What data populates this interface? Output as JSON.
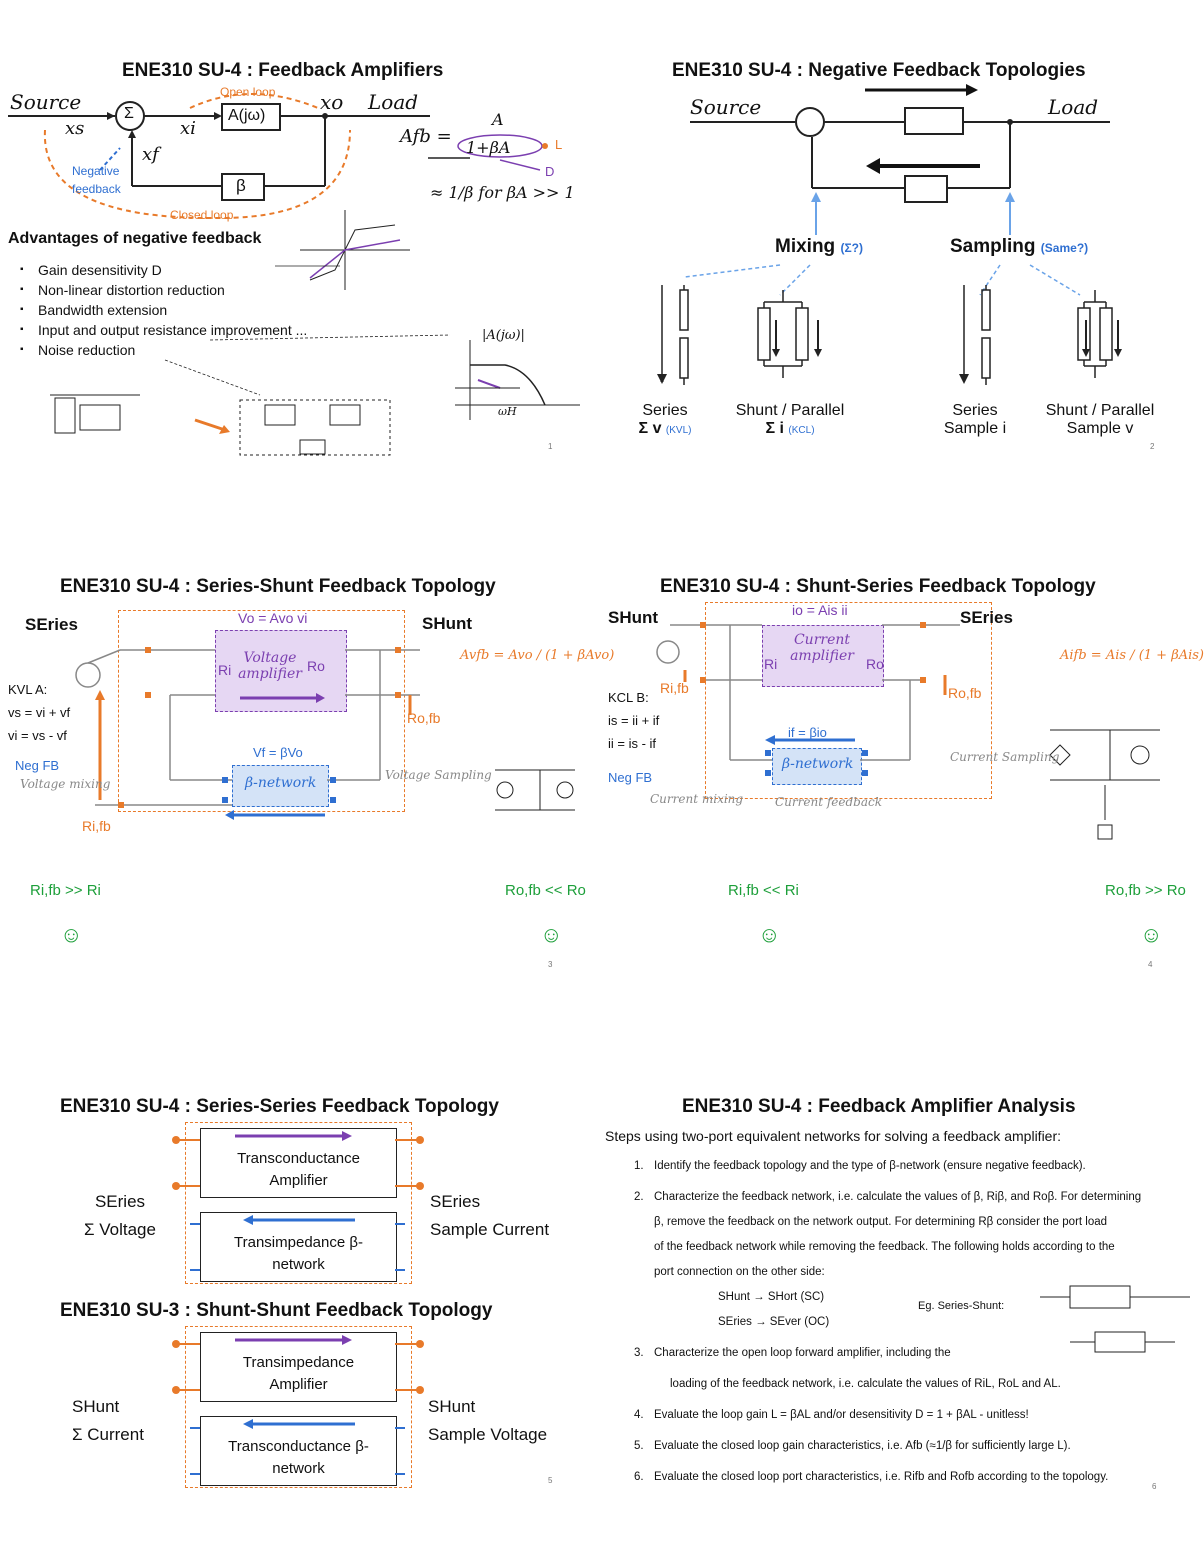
{
  "slide1": {
    "title": "ENE310 SU-4 : Feedback Amplifiers",
    "source": "Source",
    "load": "Load",
    "xs": "xs",
    "xi": "xi",
    "xo": "xo",
    "xf": "xf",
    "sigma": "Σ",
    "amp_block": "A(jω)",
    "beta_block": "β",
    "open_loop": "Open loop",
    "closed_loop": "Closed loop",
    "negative_feedback": "Negative feedback",
    "afb_formula": "Afb =",
    "numerator": "A",
    "denominator": "1+βA",
    "approx": "≈ 1/β   for βA >> 1",
    "L_label": "L",
    "D_label": "D",
    "advantages_heading": "Advantages of negative feedback",
    "advantages": [
      "Gain desensitivity D",
      "Non-linear distortion reduction",
      "Bandwidth extension",
      "Input and output resistance improvement ...",
      "Noise reduction"
    ],
    "bode_label": "|A(jω)|",
    "wh_label": "ωH",
    "page": "1"
  },
  "slide2": {
    "title": "ENE310 SU-4 : Negative Feedback Topologies",
    "source": "Source",
    "load": "Load",
    "mixing": "Mixing",
    "mixing_q": "(Σ?)",
    "sampling": "Sampling",
    "sampling_q": "(Same?)",
    "series_label": "Series",
    "series_sum": "Σ v",
    "kvl": "(KVL)",
    "shunt_label": "Shunt / Parallel",
    "shunt_sum": "Σ i",
    "kcl": "(KCL)",
    "series_sample_label": "Series",
    "series_sample": "Sample i",
    "shunt_sample_label": "Shunt / Parallel",
    "shunt_sample": "Sample v",
    "page": "2"
  },
  "slide3": {
    "title": "ENE310 SU-4 : Series-Shunt Feedback Topology",
    "series": "SEries",
    "shunt": "SHunt",
    "vo_eq": "Vo = Avo vi",
    "amp_label": "Voltage amplifier",
    "ri": "Ri",
    "ro": "Ro",
    "beta_net": "β-network",
    "vf_eq": "Vf = βVo",
    "formula": "Avfb = Avo / (1 + βAvo)",
    "kvl_a": "KVL A:",
    "kvl1": "vs = vi + vf",
    "kvl2": "vi = vs - vf",
    "neg_fb": "Neg FB",
    "voltage_mixing": "Voltage mixing",
    "voltage_sampling": "Voltage Sampling",
    "ri_fb": "Ri,fb",
    "ro_fb": "Ro,fb",
    "ri_cmp": "Ri,fb >> Ri",
    "ro_cmp": "Ro,fb << Ro",
    "smiley": "☺",
    "page": "3"
  },
  "slide4": {
    "title": "ENE310 SU-4 : Shunt-Series Feedback Topology",
    "shunt": "SHunt",
    "series": "SEries",
    "io_eq": "io = Ais ii",
    "amp_label": "Current amplifier",
    "ri": "Ri",
    "ro": "Ro",
    "beta_net": "β-network",
    "if_eq": "if = βio",
    "formula": "Aifb = Ais / (1 + βAis)",
    "kcl_b": "KCL B:",
    "kcl1": "is = ii + if",
    "kcl2": "ii = is - if",
    "neg_fb": "Neg FB",
    "current_mixing": "Current mixing",
    "current_feedback": "Current feedback",
    "current_sampling": "Current Sampling",
    "ri_fb": "Ri,fb",
    "ro_fb": "Ro,fb",
    "ri_cmp": "Ri,fb << Ri",
    "ro_cmp": "Ro,fb >> Ro",
    "smiley": "☺",
    "page": "4"
  },
  "slide5": {
    "title_top": "ENE310 SU-4 : Series-Series Feedback Topology",
    "top_amp": "Transconductance Amplifier",
    "top_beta": "Transimpedance β-network",
    "top_left1": "SEries",
    "top_left2": "Σ Voltage",
    "top_right1": "SEries",
    "top_right2": "Sample Current",
    "title_bottom": "ENE310 SU-3 : Shunt-Shunt Feedback Topology",
    "bot_amp": "Transimpedance Amplifier",
    "bot_beta": "Transconductance β-network",
    "bot_left1": "SHunt",
    "bot_left2": "Σ Current",
    "bot_right1": "SHunt",
    "bot_right2": "Sample Voltage",
    "page": "5"
  },
  "slide6": {
    "title": "ENE310 SU-4 : Feedback Amplifier Analysis",
    "intro": "Steps using two-port equivalent networks for solving a feedback amplifier:",
    "s1": "Identify the feedback topology and the type of β-network (ensure negative feedback).",
    "s2a": "Characterize the feedback network, i.e. calculate the values of β, Riβ, and Roβ. For determining",
    "s2b": "β, remove the feedback on the network output.  For determining Rβ consider the port load",
    "s2c": "of the feedback network while removing the feedback. The following holds according to the",
    "s2d": "port connection on the other side:",
    "b1": "SHunt → SHort (SC)",
    "b2": "SEries → SEver (OC)",
    "eg": "Eg. Series-Shunt:",
    "s3a": "Characterize the open loop forward amplifier, including the",
    "s3b": "loading of the feedback network, i.e. calculate the values of RiL, RoL and AL.",
    "s4": "Evaluate the loop gain L = βAL  and/or desensitivity D = 1 + βAL - unitless!",
    "s5": "Evaluate the closed loop gain characteristics, i.e. Afb (≈1/β for sufficiently large L).",
    "s6": "Evaluate the closed loop port characteristics, i.e. Rifb and Rofb according to the topology.",
    "page": "6"
  }
}
